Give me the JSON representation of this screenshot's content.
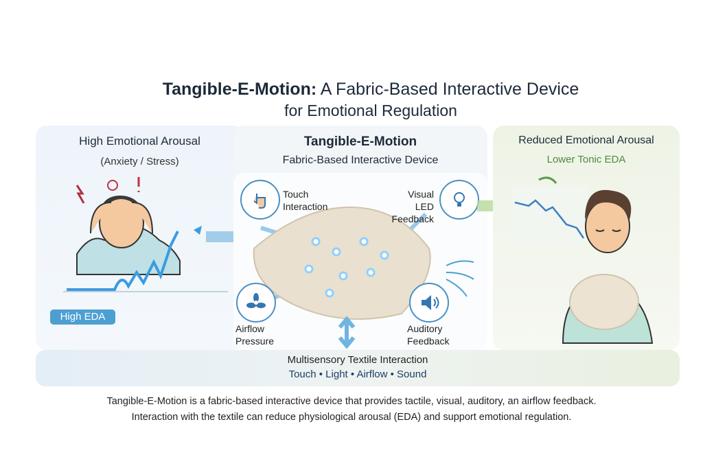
{
  "title": {
    "main_bold": "Tangible-E-Motion:",
    "main_rest": " A Fabric-Based Interactive Device",
    "line2": "for Emotional Regulation"
  },
  "left_panel": {
    "heading": "High Emotional Arousal",
    "subheading": "(Anxiety / Stress)",
    "badge": "High EDA"
  },
  "center_panel": {
    "heading": "Tangible-E-Motion",
    "subheading": "Fabric-Based Interactive Device",
    "features": [
      {
        "line1": "Touch",
        "line2": "Interaction",
        "icon": "touch-hand-icon"
      },
      {
        "line1": "Visual",
        "line2": "LED Feedback",
        "icon": "lightbulb-icon"
      },
      {
        "line1": "Airflow",
        "line2": "Pressure",
        "icon": "fan-icon"
      },
      {
        "line1": "Auditory",
        "line2": "Feedback",
        "icon": "speaker-icon"
      }
    ]
  },
  "right_panel": {
    "heading": "Reduced Emotional Arousal",
    "subheading": "Lower Tonic EDA"
  },
  "band": {
    "title": "Multisensory Textile Interaction",
    "modalities": "Touch • Light • Airflow • Sound"
  },
  "caption": {
    "line1": "Tangible-E-Motion is a fabric-based interactive device that provides tactile, visual,  auditory, an airflow feedback.",
    "line2": "Interaction with the textile can reduce physiological arousal (EDA) and support emotional regulation."
  },
  "colors": {
    "accent": "#4d9fd2",
    "green_text": "#4f8a3a",
    "dark": "#1d2a3a"
  }
}
